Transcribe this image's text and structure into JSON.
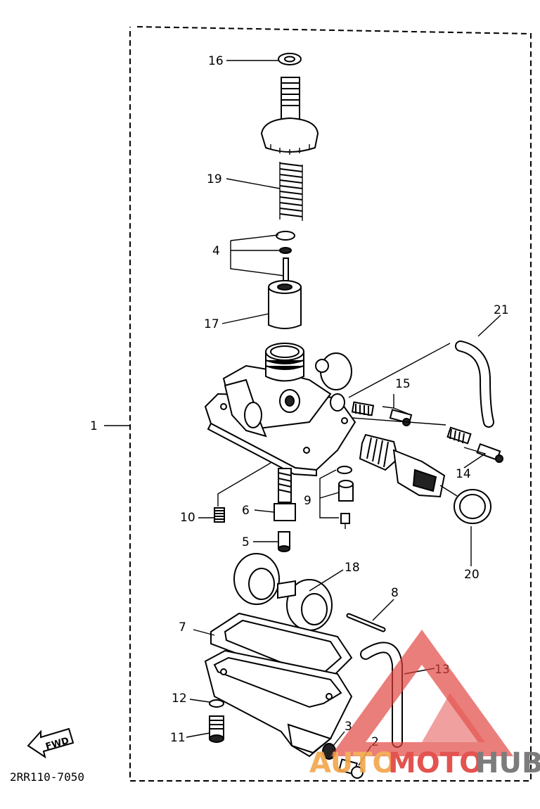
{
  "diagram": {
    "part_code": "2RR110-7050",
    "fwd_label": "FWD",
    "callouts": [
      {
        "id": "c1",
        "text": "1"
      },
      {
        "id": "c2",
        "text": "2"
      },
      {
        "id": "c3",
        "text": "3"
      },
      {
        "id": "c4",
        "text": "4"
      },
      {
        "id": "c5",
        "text": "5"
      },
      {
        "id": "c6",
        "text": "6"
      },
      {
        "id": "c7",
        "text": "7"
      },
      {
        "id": "c8",
        "text": "8"
      },
      {
        "id": "c9",
        "text": "9"
      },
      {
        "id": "c10",
        "text": "10"
      },
      {
        "id": "c11",
        "text": "11"
      },
      {
        "id": "c12",
        "text": "12"
      },
      {
        "id": "c13",
        "text": "13"
      },
      {
        "id": "c14",
        "text": "14"
      },
      {
        "id": "c15",
        "text": "15"
      },
      {
        "id": "c16",
        "text": "16"
      },
      {
        "id": "c17",
        "text": "17"
      },
      {
        "id": "c18",
        "text": "18"
      },
      {
        "id": "c19",
        "text": "19"
      },
      {
        "id": "c20",
        "text": "20"
      },
      {
        "id": "c21",
        "text": "21"
      }
    ]
  },
  "watermark": {
    "part1": "AUTO",
    "part2": "MOTO",
    "part3": "HUB",
    "color_red": "#e0413c",
    "color_orange": "#f2a54a",
    "color_gray": "#6e6e6e"
  }
}
